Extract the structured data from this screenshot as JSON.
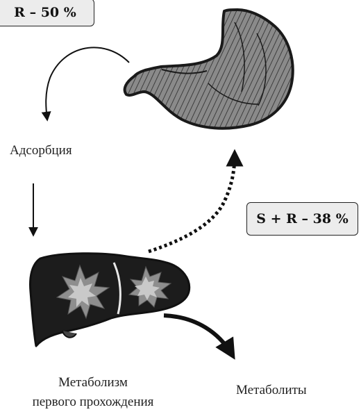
{
  "boxes": {
    "stomach_ratio": "R – 50 %",
    "first_pass_ratio": "S + R – 38 %"
  },
  "labels": {
    "absorption": "Адсорбция",
    "first_pass_line1": "Метаболизм",
    "first_pass_line2": "первого прохождения",
    "metabolites": "Метаболиты"
  },
  "colors": {
    "organ_fill": "#8e8e8e",
    "organ_dark": "#1a1a1a",
    "star_fill": "#c9c9c9",
    "box_fill": "#ececec"
  }
}
